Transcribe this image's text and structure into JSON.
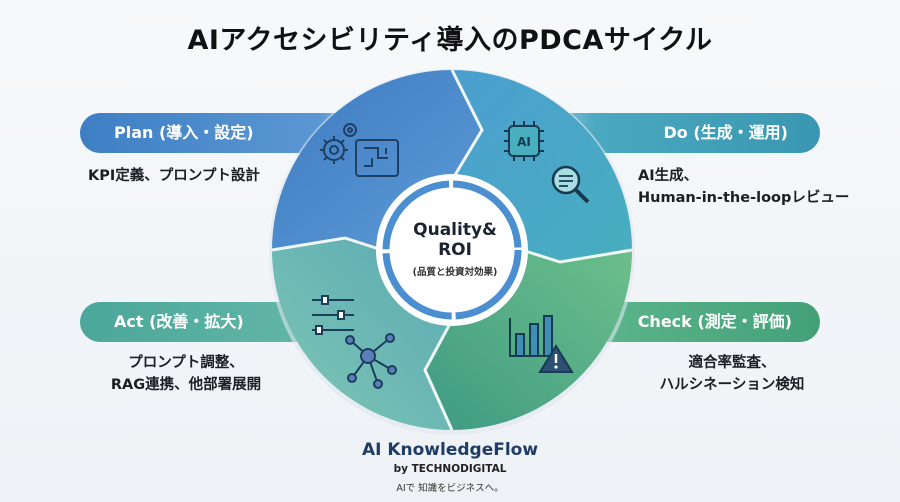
{
  "title": "AIアクセシビリティ導入のPDCAサイクル",
  "phases": {
    "plan": {
      "label": "Plan (導入・設定)",
      "desc": [
        "KPI定義、プロンプト設計"
      ],
      "color": "#4f8fd0"
    },
    "do": {
      "label": "Do (生成・運用)",
      "desc": [
        "AI生成、",
        "Human-in-the-loopレビュー"
      ],
      "color": "#4aa8c0"
    },
    "act": {
      "label": "Act (改善・拡大)",
      "desc": [
        "プロンプト調整、",
        "RAG連携、他部署展開"
      ],
      "color": "#5eb3a4"
    },
    "check": {
      "label": "Check (測定・評価)",
      "desc": [
        "適合率監査、",
        "ハルシネーション検知"
      ],
      "color": "#52ad85"
    }
  },
  "center": {
    "line1": "Quality&",
    "line2": "ROI",
    "line3": "(品質と投資対効果)"
  },
  "icons": {
    "plan": [
      "gear-icon",
      "blueprint-icon"
    ],
    "do": [
      "ai-chip-icon",
      "magnifier-document-icon"
    ],
    "act": [
      "sliders-icon",
      "network-icon"
    ],
    "check": [
      "bar-chart-icon",
      "warning-icon"
    ]
  },
  "icon_chip_text": "AI",
  "brand": {
    "name": "AI KnowledgeFlow",
    "by": "by TECHNODIGITAL",
    "tagline": "AIで 知識をビジネスへ。"
  }
}
